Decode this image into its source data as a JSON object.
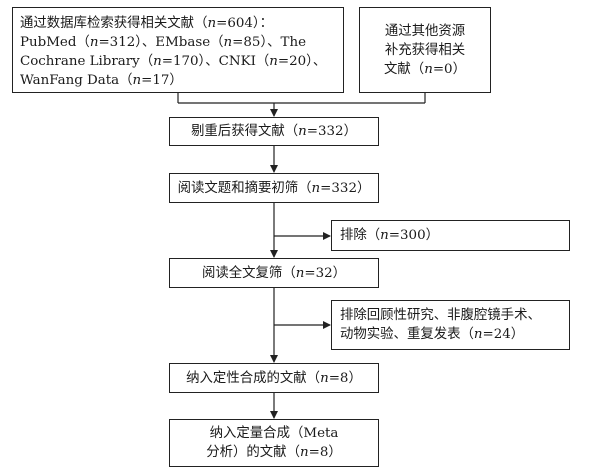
{
  "boxes": {
    "db_search": {
      "line1": "通过数据库检索获得相关文献（n=604）：",
      "line2": "PubMed（n=312）、EMbase（n=85）、The",
      "line3": "Cochrane Library（n=170）、CNKI（n=20）、",
      "line4": "WanFang Data（n=17）"
    },
    "other_sources": {
      "line1": "通过其他资源",
      "line2": "补充获得相关",
      "line3": "文献（n=0）"
    },
    "dedup": {
      "line1": "剔重后获得文献（n=332）"
    },
    "screen_title": {
      "line1": "阅读文题和摘要初筛（n=332）"
    },
    "exclude1": {
      "line1": "排除（n=300）"
    },
    "fulltext": {
      "line1": "阅读全文复筛（n=32）"
    },
    "exclude2": {
      "line1": "排除回顾性研究、非腹腔镜手术、",
      "line2": "动物实验、重复发表（n=24）"
    },
    "qualitative": {
      "line1": "纳入定性合成的文献（n=8）"
    },
    "quantitative": {
      "line1": "纳入定量合成（Meta",
      "line2": "分析）的文献（n=8）"
    }
  }
}
